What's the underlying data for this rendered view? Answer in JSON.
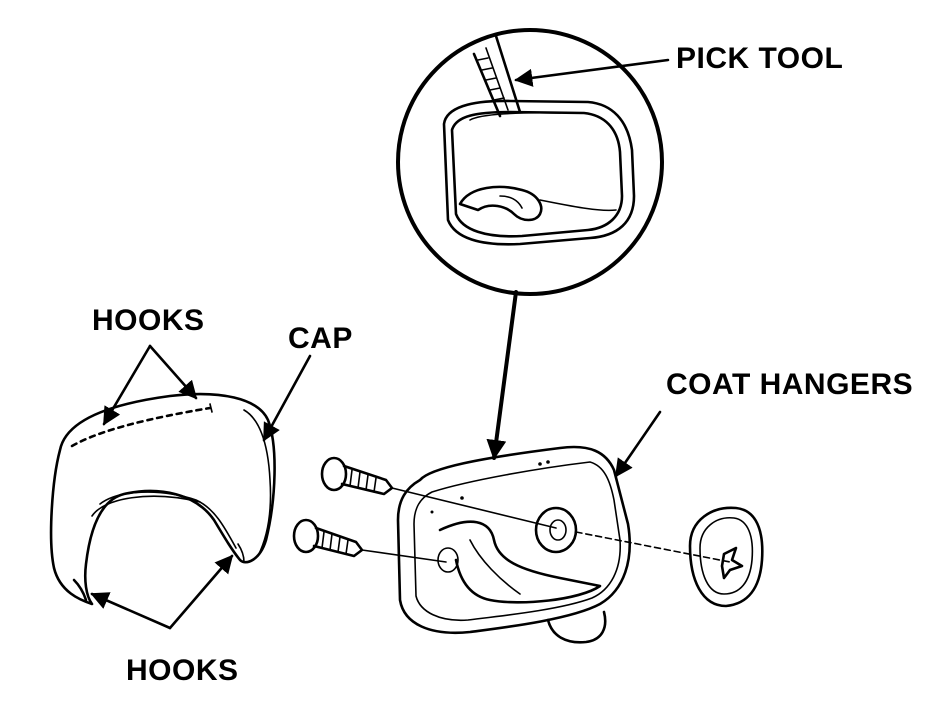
{
  "labels": {
    "pick_tool": "PICK TOOL",
    "hooks_top": "HOOKS",
    "cap": "CAP",
    "coat_hangers": "COAT HANGERS",
    "hooks_bottom": "HOOKS"
  }
}
